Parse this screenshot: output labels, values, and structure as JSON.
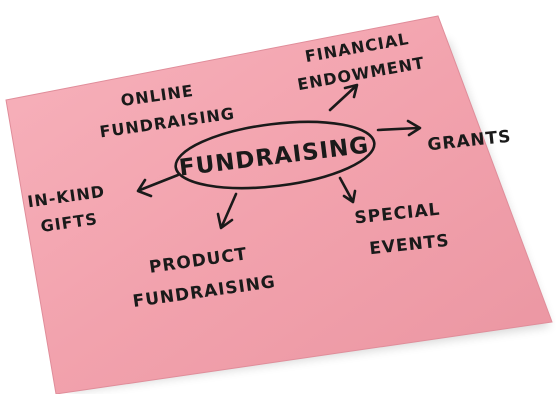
{
  "paper_color": "#f2a2ad",
  "ink_color": "#1a1a1a",
  "center": "FUNDRAISING",
  "branches": {
    "online": [
      "ONLINE",
      "FUNDRAISING"
    ],
    "financial": [
      "FINANCIAL",
      "ENDOWMENT"
    ],
    "grants": [
      "GRANTS"
    ],
    "inkind": [
      "IN-KIND",
      "GIFTS"
    ],
    "special": [
      "SPECIAL",
      "EVENTS"
    ],
    "product": [
      "PRODUCT",
      "FUNDRAISING"
    ]
  }
}
